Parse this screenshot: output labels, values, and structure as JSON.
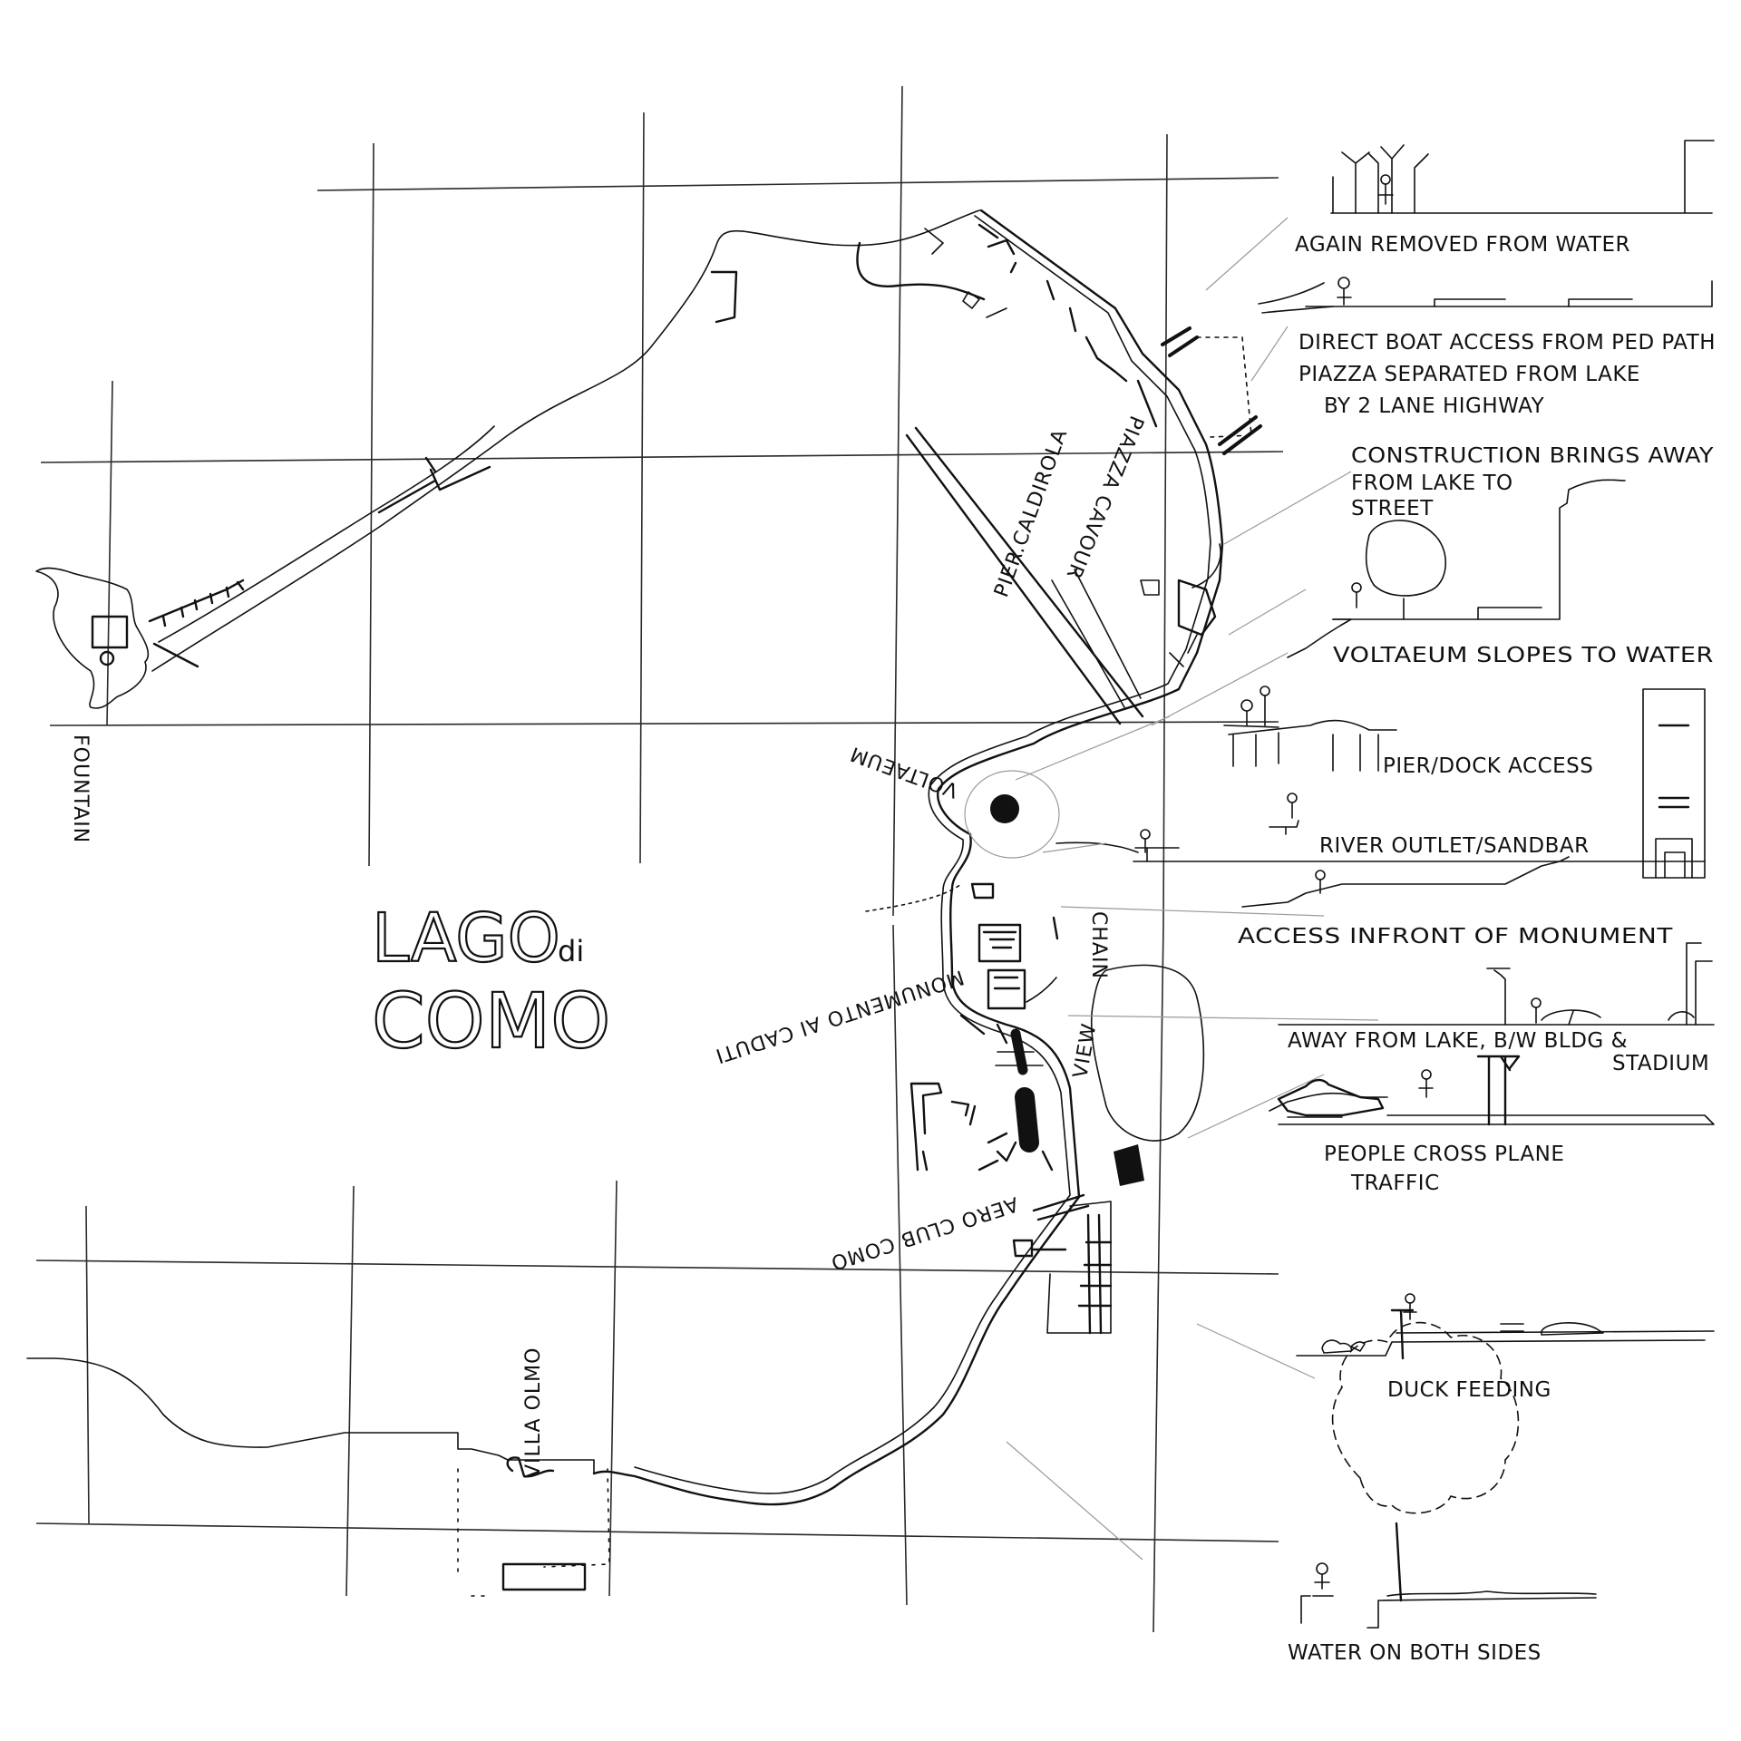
{
  "map": {
    "title_line1": "LAGO",
    "title_di": "di",
    "title_line2": "COMO"
  },
  "places": {
    "fountain": "FOUNTAIN",
    "villa_olmo": "VILLA OLMO",
    "piazza_cavour": "PIAZZA CAVOUR",
    "piero_caldirola": "PIER.CALDIROLA",
    "voltaeum": "VOLTAEUM",
    "monumento": "MONUMENTO AI CADUTI",
    "aero_club": "AERO CLUB COMO",
    "view": "VIEW",
    "chain": "CHAIN"
  },
  "annotations": [
    "AGAIN REMOVED FROM WATER",
    "DIRECT BOAT ACCESS FROM PED PATH",
    "PIAZZA SEPARATED FROM LAKE",
    "BY 2 LANE HIGHWAY",
    "CONSTRUCTION BRINGS AWAY",
    "FROM LAKE TO",
    "STREET",
    "VOLTAEUM SLOPES TO WATER",
    "PIER/DOCK ACCESS",
    "RIVER OUTLET/SANDBAR",
    "ACCESS INFRONT OF MONUMENT",
    "AWAY FROM LAKE, B/W BLDG &",
    "STADIUM",
    "PEOPLE CROSS PLANE",
    "TRAFFIC",
    "DUCK FEEDING",
    "WATER ON BOTH SIDES"
  ]
}
